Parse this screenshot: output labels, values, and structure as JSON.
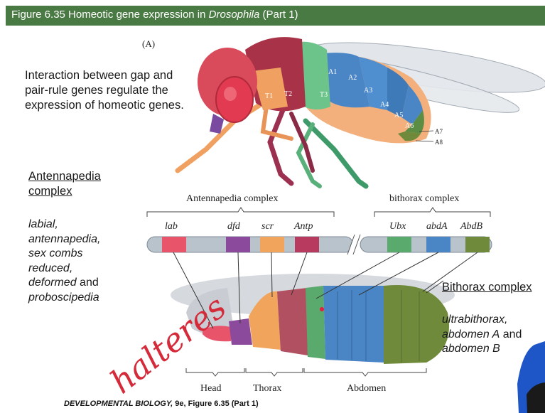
{
  "header": {
    "prefix": "Figure 6.35  Homeotic gene expression in ",
    "species": "Drosophila",
    "suffix": " (Part 1)"
  },
  "panel_label": "(A)",
  "intro_text": "Interaction between gap and pair-rule genes regulate the expression of homeotic genes.",
  "antennapedia_section": {
    "title": "Antennapedia complex",
    "genes_text_parts": [
      "labial,",
      "antennapedia,",
      "sex combs",
      "reduced,",
      "deformed",
      " and",
      "proboscipedia"
    ]
  },
  "bithorax_section": {
    "title": "Bithorax complex",
    "genes_text_parts": [
      "ultrabithorax,",
      "abdomen A",
      " and",
      "abdomen B"
    ]
  },
  "chromosome": {
    "complex_labels": [
      "Antennapedia complex",
      "bithorax complex"
    ],
    "genes": [
      {
        "name": "lab",
        "color": "#e8546a"
      },
      {
        "name": "dfd",
        "color": "#8b4a9c"
      },
      {
        "name": "scr",
        "color": "#f0a45c"
      },
      {
        "name": "Antp",
        "color": "#b83a5e"
      },
      {
        "name": "Ubx",
        "color": "#5aaa6e"
      },
      {
        "name": "abdA",
        "color": "#4a86c6"
      },
      {
        "name": "AbdB",
        "color": "#6f8a3a"
      }
    ]
  },
  "fly_labels": [
    "T1",
    "T2",
    "T3",
    "A1",
    "A2",
    "A3",
    "A4",
    "A5",
    "A6",
    "A7",
    "A8"
  ],
  "embryo_regions": [
    "Head",
    "Thorax",
    "Abdomen"
  ],
  "handwriting": "halteres",
  "footer": {
    "title": "DEVELOPMENTAL BIOLOGY,",
    "rest": " 9e, Figure 6.35 (Part 1)"
  },
  "colors": {
    "header_bg": "#4a7a43",
    "handwriting": "#d42a3a"
  }
}
